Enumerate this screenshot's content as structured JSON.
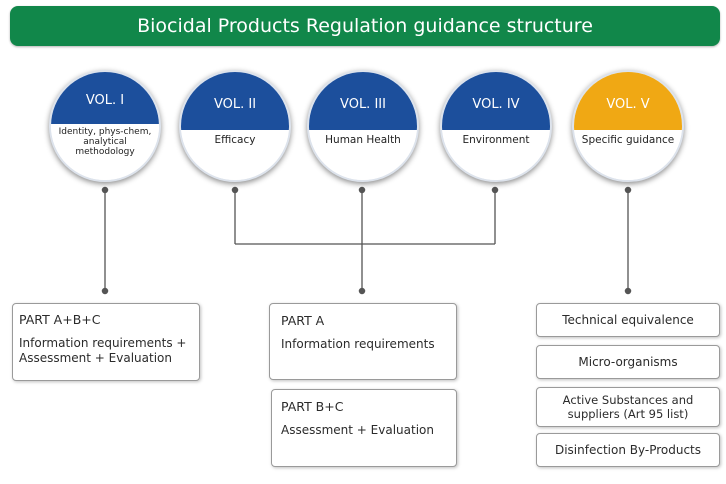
{
  "title": "Biocidal Products Regulation guidance structure",
  "volumes": [
    {
      "label": "VOL. I",
      "desc": "Identity, phys-chem, analytical methodology"
    },
    {
      "label": "VOL. II",
      "desc": "Efficacy"
    },
    {
      "label": "VOL. III",
      "desc": "Human Health"
    },
    {
      "label": "VOL. IV",
      "desc": "Environment"
    },
    {
      "label": "VOL. V",
      "desc": "Specific guidance"
    }
  ],
  "parts": [
    {
      "title": "PART A+B+C",
      "desc": "Information requirements + Assessment + Evaluation"
    },
    {
      "title": "PART A",
      "desc": "Information requirements"
    },
    {
      "title": "PART B+C",
      "desc": "Assessment + Evaluation"
    }
  ],
  "specific": [
    "Technical equivalence",
    "Micro-organisms",
    "Active Substances and suppliers (Art 95 list)",
    "Disinfection By-Products"
  ],
  "colors": {
    "header": "#11874a",
    "volume_blue": "#1c4f9c",
    "volume_orange": "#f0a814"
  }
}
